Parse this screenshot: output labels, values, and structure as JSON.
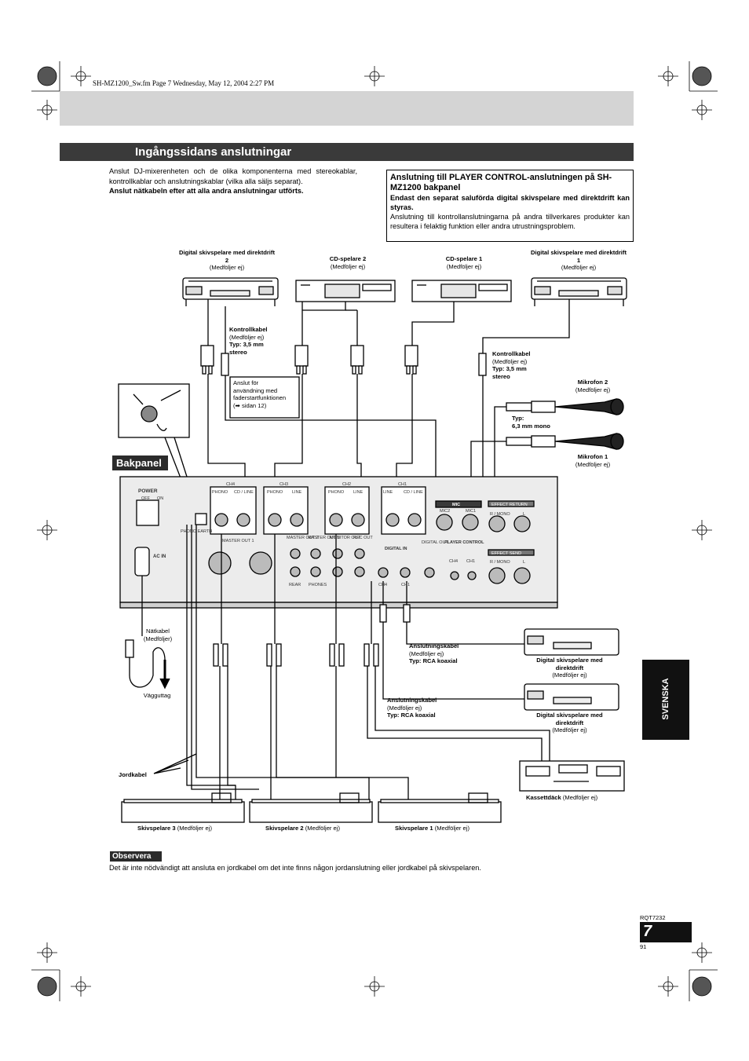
{
  "header": {
    "file_info": "SH-MZ1200_Sw.fm  Page 7  Wednesday, May 12, 2004  2:27 PM"
  },
  "section": {
    "title": "Ingångssidans anslutningar"
  },
  "intro": {
    "text": "Anslut DJ-mixerenheten och de olika komponenterna med stereokablar, kontrollkablar och anslutningskablar (vilka alla säljs separat).",
    "bold": "Anslut nätkabeln efter att alla andra anslutningar utförts."
  },
  "note_box": {
    "title": "Anslutning till PLAYER CONTROL-anslutningen på SH-MZ1200 bakpanel",
    "bold": "Endast den separat saluförda digital skivspelare med direktdrift kan styras.",
    "text": "Anslutning till kontrollanslutningarna på andra tillverkares produkter kan resultera i felaktig funktion eller andra utrustningsproblem."
  },
  "diagram": {
    "top_devices": [
      {
        "name": "Digital skivspelare med direktdrift 2",
        "note": "(Medföljer ej)"
      },
      {
        "name": "CD-spelare 2",
        "note": "(Medföljer ej)"
      },
      {
        "name": "CD-spelare 1",
        "note": "(Medföljer ej)"
      },
      {
        "name": "Digital skivspelare med direktdrift 1",
        "note": "(Medföljer ej)"
      }
    ],
    "control_cable_left": {
      "name": "Kontrollkabel",
      "note": "(Medföljer ej)",
      "type": "Typ: 3,5 mm stereo"
    },
    "control_cable_right": {
      "name": "Kontrollkabel",
      "note": "(Medföljer ej)",
      "type": "Typ: 3,5 mm stereo"
    },
    "fader_note": {
      "line1": "Anslut för",
      "line2": "användning med",
      "line3": "faderstartfunktionen",
      "line4": "(➡ sidan 12)"
    },
    "mic2": {
      "name": "Mikrofon 2",
      "note": "(Medföljer ej)"
    },
    "mic1": {
      "name": "Mikrofon 1",
      "note": "(Medföljer ej)"
    },
    "mic_type": {
      "line1": "Typ:",
      "line2": "6,3 mm mono"
    },
    "back_panel_label": "Bakpanel",
    "panel": {
      "power": "POWER",
      "off": "OFF",
      "on": "ON",
      "ac_in": "AC IN",
      "ch4": "CH4",
      "ch3": "CH3",
      "ch2": "CH2",
      "ch1": "CH1",
      "phono": "PHONO",
      "cd_line": "CD / LINE",
      "line": "LINE",
      "phono_earth": "PHONO EARTH",
      "master_out1": "MASTER OUT 1",
      "master_out2": "MASTER OUT 2",
      "master_out1b": "MASTER OUT 1",
      "monitor_out": "MONITOR OUT",
      "rec_out": "REC OUT",
      "rear": "REAR",
      "phones": "PHONES",
      "digital_in": "DIGITAL IN",
      "digital_out": "DIGITAL OUT",
      "mic": "MIC",
      "mic2": "MIC2",
      "mic1": "MIC1",
      "player_control": "PLAYER CONTROL",
      "pc_ch4": "CH4",
      "pc_ch1": "CH1",
      "dig_ch4": "CH4",
      "dig_ch1": "CH1",
      "effect_return": "EFFECT RETURN",
      "effect_send": "EFFECT SEND",
      "r_mono": "R / MONO",
      "l": "L"
    },
    "power_cable": {
      "name": "Nätkabel",
      "note": "(Medföljer)",
      "outlet": "Vägguttag"
    },
    "coax_cable_1": {
      "name": "Anslutningskabel",
      "note": "(Medföljer ej)",
      "type": "Typ: RCA koaxial"
    },
    "coax_cable_2": {
      "name": "Anslutningskabel",
      "note": "(Medföljer ej)",
      "type": "Typ: RCA koaxial"
    },
    "right_turntable_1": {
      "name": "Digital skivspelare med direktdrift",
      "note": "(Medföljer ej)"
    },
    "right_turntable_2": {
      "name": "Digital skivspelare med direktdrift",
      "note": "(Medföljer ej)"
    },
    "ground_cable": "Jordkabel",
    "cassette": {
      "name": "Kassettdäck",
      "note": "(Medföljer ej)"
    },
    "turntables": [
      {
        "name": "Skivspelare 3",
        "note": "(Medföljer ej)"
      },
      {
        "name": "Skivspelare 2",
        "note": "(Medföljer ej)"
      },
      {
        "name": "Skivspelare 1",
        "note": "(Medföljer ej)"
      }
    ]
  },
  "observe": {
    "label": "Observera",
    "text": "Det är inte nödvändigt att ansluta en jordkabel om det inte finns någon jordanslutning eller jordkabel på skivspelaren."
  },
  "side_tab": "SVENSKA",
  "footer": {
    "code": "RQT7232",
    "page_num": "7",
    "sub_num": "91"
  }
}
